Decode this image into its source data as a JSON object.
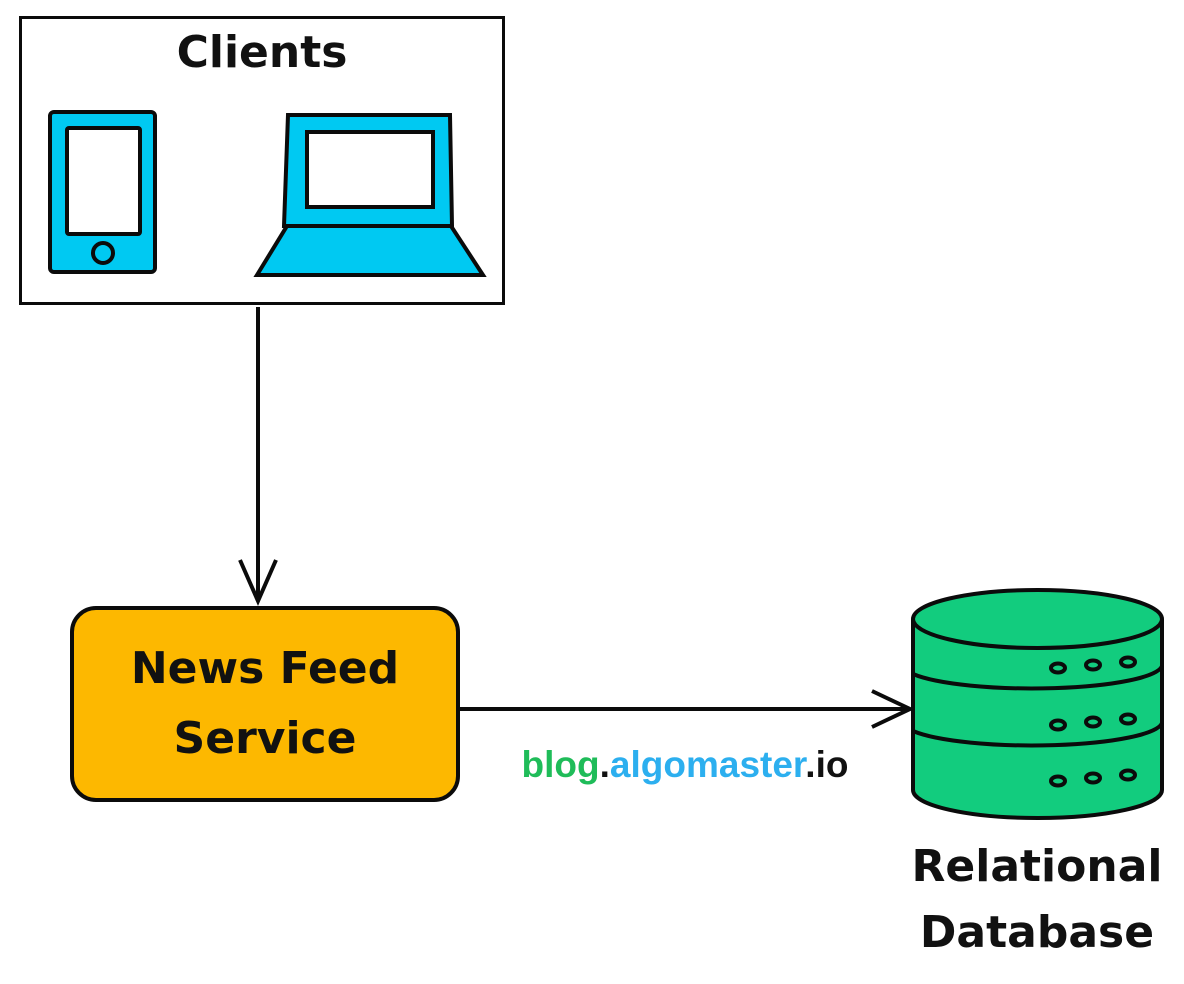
{
  "clients": {
    "label": "Clients",
    "icons": [
      "smartphone-icon",
      "laptop-icon"
    ]
  },
  "service": {
    "label": "News Feed Service"
  },
  "database": {
    "label": "Relational Database",
    "icon": "database-cylinder-icon"
  },
  "watermark": {
    "blog": "blog",
    "dot1": ".",
    "algomaster": "algomaster",
    "dot2": ".",
    "io": "io"
  },
  "connections": [
    {
      "from": "Clients",
      "to": "News Feed Service",
      "style": "arrow-down"
    },
    {
      "from": "News Feed Service",
      "to": "Relational Database",
      "style": "arrow-right"
    }
  ],
  "colors": {
    "background": "#FFFFFF",
    "outline": "#0B0B0B",
    "device_fill": "#00C9F2",
    "service_fill": "#FDB800",
    "database_fill": "#12CC7E",
    "watermark_green": "#1FBC59",
    "watermark_blue": "#2CAFEF"
  }
}
